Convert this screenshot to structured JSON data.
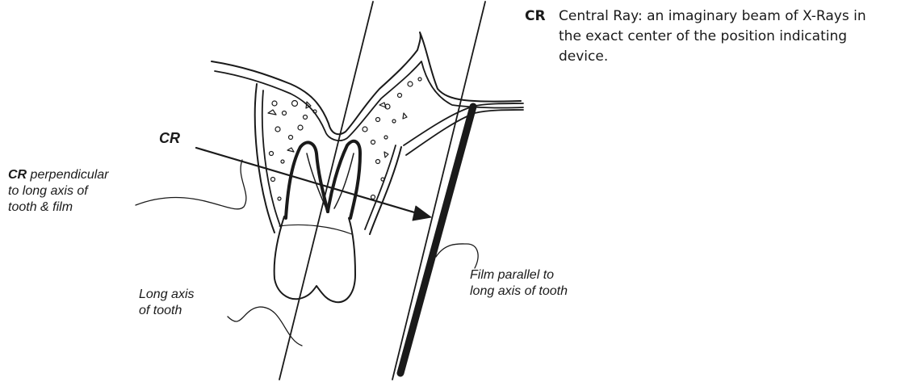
{
  "legend": {
    "abbreviation": "CR",
    "definition": "Central Ray: an imaginary beam of X-Rays in the exact center of the position indicating device."
  },
  "labels": {
    "cr": "CR",
    "perpendicular_bold": "CR",
    "perpendicular_rest_1": " perpendicular",
    "perpendicular_rest_2": "to long axis of",
    "perpendicular_rest_3": "tooth & film",
    "film_1": "Film parallel to",
    "film_2": "long axis of tooth",
    "axis_1": "Long axis",
    "axis_2": "of tooth"
  }
}
